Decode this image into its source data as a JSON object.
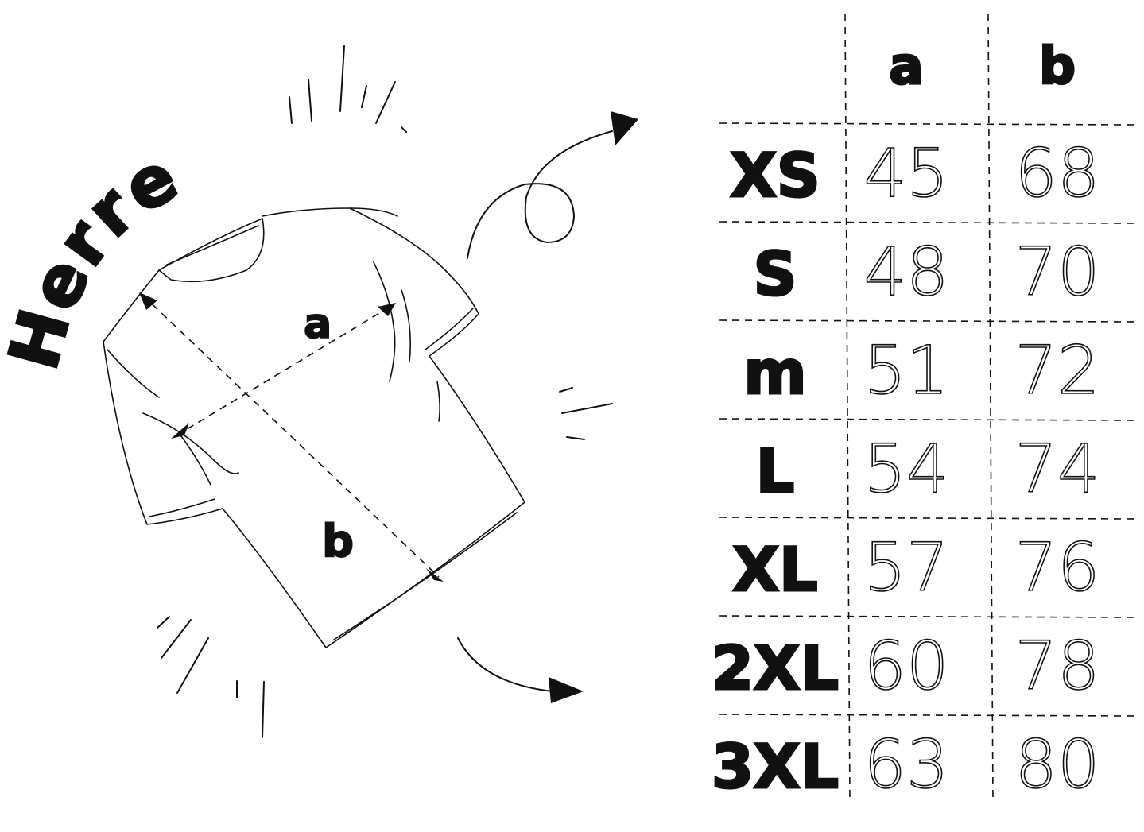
{
  "title": "Herren",
  "diagram": {
    "label_a": "a",
    "label_b": "b"
  },
  "table": {
    "columns": [
      "a",
      "b"
    ],
    "rows": [
      {
        "size": "XS",
        "a": "45",
        "b": "68"
      },
      {
        "size": "S",
        "a": "48",
        "b": "70"
      },
      {
        "size": "m",
        "a": "51",
        "b": "72"
      },
      {
        "size": "L",
        "a": "54",
        "b": "74"
      },
      {
        "size": "XL",
        "a": "57",
        "b": "76"
      },
      {
        "size": "2XL",
        "a": "60",
        "b": "78"
      },
      {
        "size": "3XL",
        "a": "63",
        "b": "80"
      }
    ]
  },
  "icons": {
    "shirt": "tshirt-icon",
    "arrow_top": "curly-arrow-icon",
    "arrow_bottom": "curved-arrow-icon"
  },
  "colors": {
    "ink": "#111111",
    "paper": "#ffffff"
  }
}
